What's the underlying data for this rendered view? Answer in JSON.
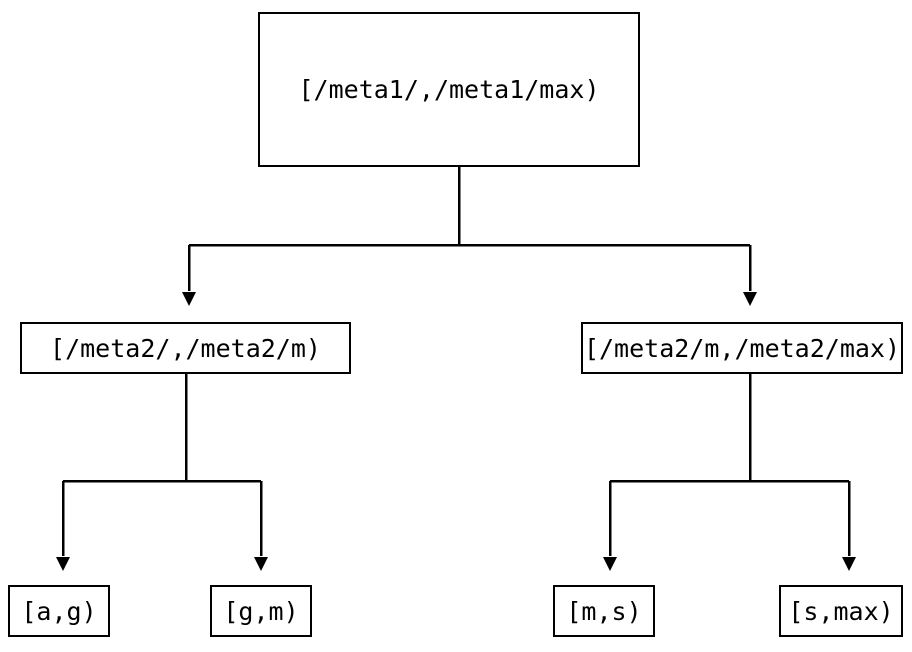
{
  "diagram": {
    "type": "tree",
    "title": "",
    "background_color": "#ffffff",
    "stroke_color": "#000000",
    "text_color": "#000000",
    "edge_style": "orthogonal-elbow",
    "arrowhead": "filled-triangle-down",
    "nodes": {
      "root": {
        "id": "root",
        "label": "[/meta1/,/meta1/max)",
        "level": 0
      },
      "mid_left": {
        "id": "mid_left",
        "label": "[/meta2/,/meta2/m)",
        "level": 1
      },
      "mid_right": {
        "id": "mid_right",
        "label": "[/meta2/m,/meta2/max)",
        "level": 1
      },
      "leaf_1": {
        "id": "leaf_1",
        "label": "[a,g)",
        "level": 2
      },
      "leaf_2": {
        "id": "leaf_2",
        "label": "[g,m)",
        "level": 2
      },
      "leaf_3": {
        "id": "leaf_3",
        "label": "[m,s)",
        "level": 2
      },
      "leaf_4": {
        "id": "leaf_4",
        "label": "[s,max)",
        "level": 2
      }
    },
    "edges": [
      {
        "from": "root",
        "to": "mid_left"
      },
      {
        "from": "root",
        "to": "mid_right"
      },
      {
        "from": "mid_left",
        "to": "leaf_1"
      },
      {
        "from": "mid_left",
        "to": "leaf_2"
      },
      {
        "from": "mid_right",
        "to": "leaf_3"
      },
      {
        "from": "mid_right",
        "to": "leaf_4"
      }
    ]
  }
}
